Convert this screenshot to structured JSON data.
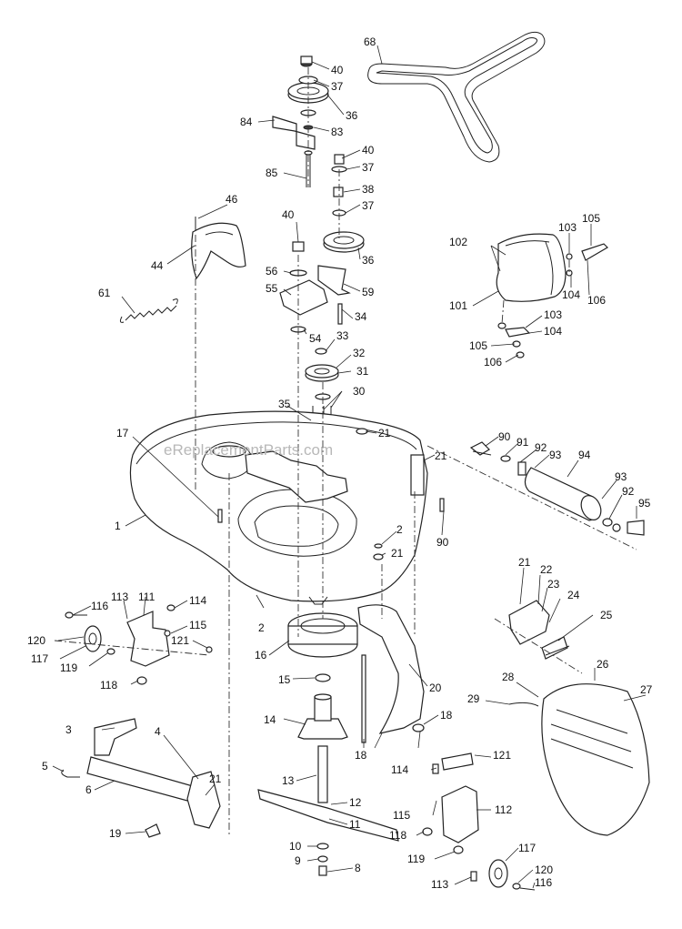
{
  "watermark": "eReplacementParts.com",
  "labels": {
    "p1": "1",
    "p2a": "2",
    "p2b": "2",
    "p3": "3",
    "p4": "4",
    "p5": "5",
    "p6": "6",
    "p8": "8",
    "p9": "9",
    "p10": "10",
    "p11": "11",
    "p12": "12",
    "p13": "13",
    "p14": "14",
    "p15": "15",
    "p16": "16",
    "p17": "17",
    "p18a": "18",
    "p18b": "18",
    "p19": "19",
    "p20": "20",
    "p21a": "21",
    "p21b": "21",
    "p21c": "21",
    "p21d": "21",
    "p21e": "21",
    "p22": "22",
    "p23": "23",
    "p24": "24",
    "p25": "25",
    "p26": "26",
    "p27": "27",
    "p28": "28",
    "p29": "29",
    "p30": "30",
    "p31": "31",
    "p32": "32",
    "p33": "33",
    "p34": "34",
    "p35": "35",
    "p36a": "36",
    "p36b": "36",
    "p37a": "37",
    "p37b": "37",
    "p37c": "37",
    "p38": "38",
    "p40a": "40",
    "p40b": "40",
    "p40c": "40",
    "p44": "44",
    "p46": "46",
    "p54": "54",
    "p55": "55",
    "p56": "56",
    "p59": "59",
    "p61": "61",
    "p68": "68",
    "p83": "83",
    "p84": "84",
    "p85": "85",
    "p90a": "90",
    "p90b": "90",
    "p91": "91",
    "p92a": "92",
    "p92b": "92",
    "p93a": "93",
    "p93b": "93",
    "p94": "94",
    "p95": "95",
    "p101": "101",
    "p102": "102",
    "p103a": "103",
    "p103b": "103",
    "p104a": "104",
    "p104b": "104",
    "p105a": "105",
    "p105b": "105",
    "p106a": "106",
    "p106b": "106",
    "p111": "111",
    "p112": "112",
    "p113a": "113",
    "p113b": "113",
    "p114a": "114",
    "p114b": "114",
    "p115a": "115",
    "p115b": "115",
    "p116a": "116",
    "p116b": "116",
    "p117a": "117",
    "p117b": "117",
    "p118a": "118",
    "p118b": "118",
    "p119a": "119",
    "p119b": "119",
    "p120a": "120",
    "p120b": "120",
    "p121a": "121",
    "p121b": "121"
  }
}
